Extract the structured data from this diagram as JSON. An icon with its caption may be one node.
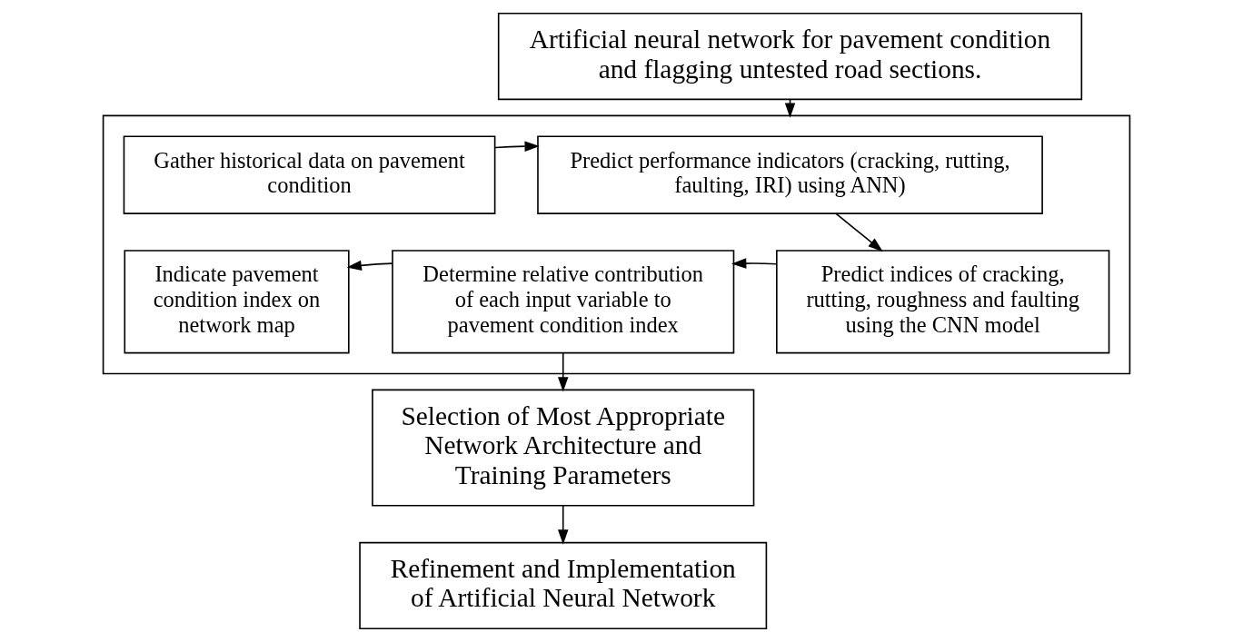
{
  "diagram": {
    "nodes": [
      {
        "text": [
          "Artificial neural network for pavement condition and flagging untested road sections."
        ]
      },
      {
        "text": [],
        "shape": "box"
      },
      {
        "text": [
          "Gather historical data on pavement condition"
        ],
        "in": 1
      },
      {
        "text": [
          "Predict performance indicators (cracking, rutting, faulting, IRI) using ANN)"
        ],
        "in": 1
      },
      {
        "text": [
          "Indicate pavement condition index on network map"
        ],
        "in": 1
      },
      {
        "text": [
          "Determine relative contribution of each input variable to pavement condition index"
        ],
        "in": 1
      },
      {
        "text": [
          "Predict indices of cracking, rutting, roughness and faulting using the CNN model"
        ],
        "in": 1
      },
      {
        "text": [
          "Selection of Most Appropriate Network Architecture and Training Parameters"
        ]
      },
      {
        "text": [
          "Refinement and Implementation of Artificial Neural Network"
        ]
      }
    ],
    "edges": [
      {
        "from": 0,
        "to": 1,
        "arrow": "to"
      },
      {
        "from": 2,
        "to": 3,
        "arrow": "to"
      },
      {
        "from": 3,
        "to": 6,
        "arrow": "to"
      },
      {
        "from": 6,
        "to": 5,
        "arrow": "to"
      },
      {
        "from": 5,
        "to": 4,
        "arrow": "to"
      },
      {
        "from": 5,
        "to": 7,
        "arrow": "to"
      },
      {
        "from": 7,
        "to": 8,
        "arrow": "to"
      }
    ]
  }
}
